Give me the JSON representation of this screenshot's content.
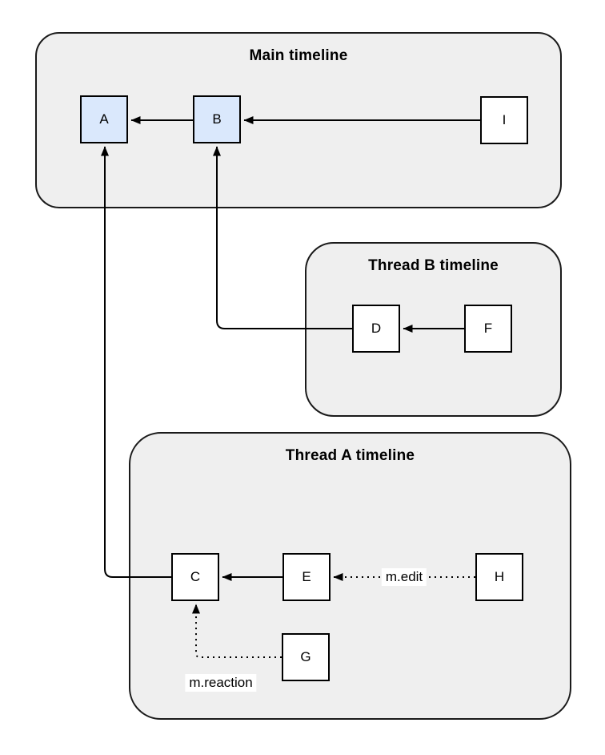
{
  "containers": {
    "main": {
      "label": "Main timeline"
    },
    "thread_b": {
      "label": "Thread B timeline"
    },
    "thread_a": {
      "label": "Thread A timeline"
    }
  },
  "nodes": {
    "a": {
      "label": "A",
      "highlighted": true
    },
    "b": {
      "label": "B",
      "highlighted": true
    },
    "i": {
      "label": "I",
      "highlighted": false
    },
    "d": {
      "label": "D",
      "highlighted": false
    },
    "f": {
      "label": "F",
      "highlighted": false
    },
    "c": {
      "label": "C",
      "highlighted": false
    },
    "e": {
      "label": "E",
      "highlighted": false
    },
    "h": {
      "label": "H",
      "highlighted": false
    },
    "g": {
      "label": "G",
      "highlighted": false
    }
  },
  "edges": {
    "b_to_a": {
      "from": "B",
      "to": "A",
      "style": "solid",
      "label": ""
    },
    "i_to_b": {
      "from": "I",
      "to": "B",
      "style": "solid",
      "label": ""
    },
    "f_to_d": {
      "from": "F",
      "to": "D",
      "style": "solid",
      "label": ""
    },
    "d_to_b": {
      "from": "D",
      "to": "B",
      "style": "solid",
      "label": ""
    },
    "e_to_c": {
      "from": "E",
      "to": "C",
      "style": "solid",
      "label": ""
    },
    "h_to_e": {
      "from": "H",
      "to": "E",
      "style": "dotted",
      "label": "m.edit"
    },
    "g_to_c": {
      "from": "G",
      "to": "C",
      "style": "dotted",
      "label": "m.reaction"
    },
    "c_to_a": {
      "from": "C",
      "to": "A",
      "style": "solid",
      "label": ""
    }
  },
  "colors": {
    "container_fill": "#efefef",
    "container_border": "#1a1a1a",
    "node_fill": "#ffffff",
    "node_fill_highlight": "#dae8fc",
    "node_border": "#000000",
    "line": "#000000"
  }
}
